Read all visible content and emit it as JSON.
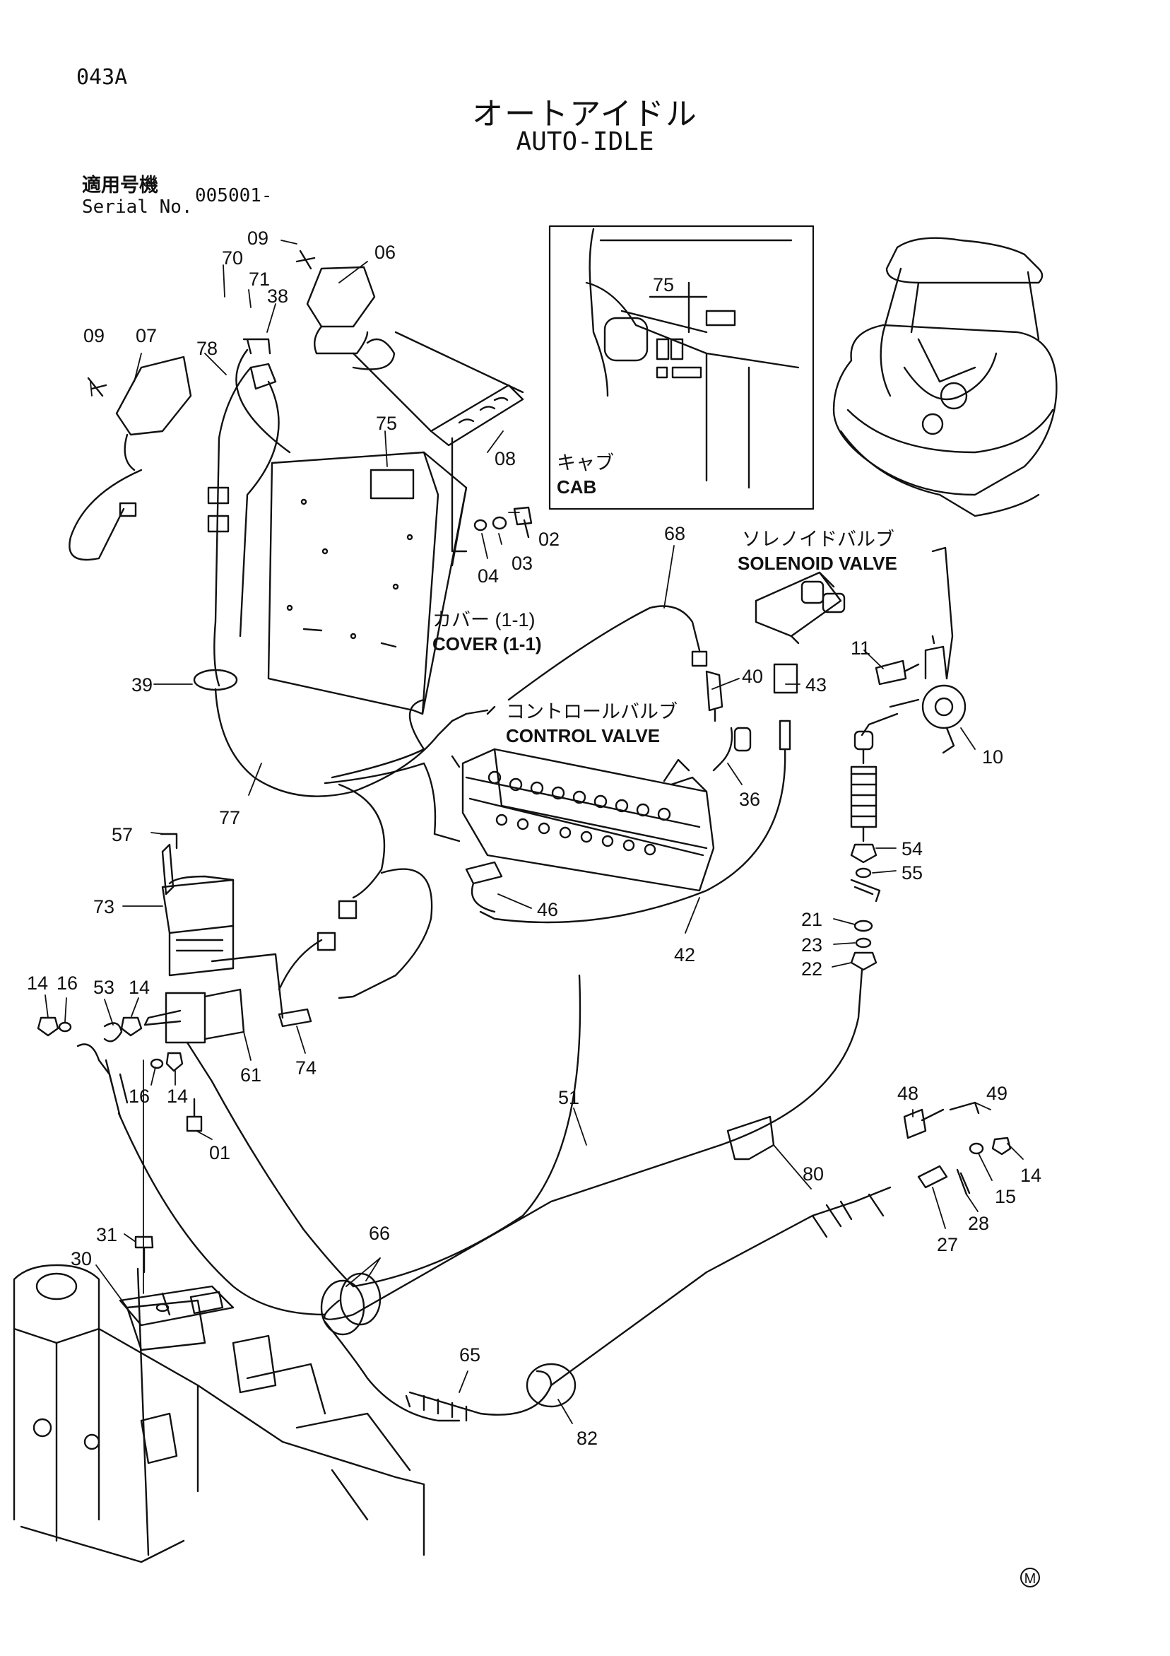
{
  "header": {
    "page_code": "043A",
    "title_jp": "オートアイドル",
    "title_en": "AUTO-IDLE",
    "serial_label_jp": "適用号機",
    "serial_label_en": "Serial No.",
    "serial_value": "005001-"
  },
  "captions": {
    "cab_jp": "キャブ",
    "cab_en": "CAB",
    "solenoid_jp": "ソレノイドバルブ",
    "solenoid_en": "SOLENOID VALVE",
    "cover_jp": "カバー (1-1)",
    "cover_en": "COVER (1-1)",
    "control_jp": "コントロールバルブ",
    "control_en": "CONTROL VALVE"
  },
  "callouts": [
    {
      "id": "c09a",
      "text": "09"
    },
    {
      "id": "c06",
      "text": "06"
    },
    {
      "id": "c70",
      "text": "70"
    },
    {
      "id": "c71",
      "text": "71"
    },
    {
      "id": "c38",
      "text": "38"
    },
    {
      "id": "c09b",
      "text": "09"
    },
    {
      "id": "c07",
      "text": "07"
    },
    {
      "id": "c78",
      "text": "78"
    },
    {
      "id": "c75a",
      "text": "75"
    },
    {
      "id": "c75b",
      "text": "75"
    },
    {
      "id": "c08",
      "text": "08"
    },
    {
      "id": "c02",
      "text": "02"
    },
    {
      "id": "c03",
      "text": "03"
    },
    {
      "id": "c04",
      "text": "04"
    },
    {
      "id": "c68",
      "text": "68"
    },
    {
      "id": "c11",
      "text": "11"
    },
    {
      "id": "c40",
      "text": "40"
    },
    {
      "id": "c43",
      "text": "43"
    },
    {
      "id": "c39",
      "text": "39"
    },
    {
      "id": "c10",
      "text": "10"
    },
    {
      "id": "c36",
      "text": "36"
    },
    {
      "id": "c77",
      "text": "77"
    },
    {
      "id": "c57",
      "text": "57"
    },
    {
      "id": "c54",
      "text": "54"
    },
    {
      "id": "c55",
      "text": "55"
    },
    {
      "id": "c73",
      "text": "73"
    },
    {
      "id": "c46",
      "text": "46"
    },
    {
      "id": "c21",
      "text": "21"
    },
    {
      "id": "c23",
      "text": "23"
    },
    {
      "id": "c42",
      "text": "42"
    },
    {
      "id": "c22",
      "text": "22"
    },
    {
      "id": "c14a",
      "text": "14"
    },
    {
      "id": "c16a",
      "text": "16"
    },
    {
      "id": "c53",
      "text": "53"
    },
    {
      "id": "c14b",
      "text": "14"
    },
    {
      "id": "c61",
      "text": "61"
    },
    {
      "id": "c74",
      "text": "74"
    },
    {
      "id": "c16b",
      "text": "16"
    },
    {
      "id": "c14c",
      "text": "14"
    },
    {
      "id": "c01",
      "text": "01"
    },
    {
      "id": "c51",
      "text": "51"
    },
    {
      "id": "c48",
      "text": "48"
    },
    {
      "id": "c49",
      "text": "49"
    },
    {
      "id": "c14d",
      "text": "14"
    },
    {
      "id": "c15",
      "text": "15"
    },
    {
      "id": "c80",
      "text": "80"
    },
    {
      "id": "c28",
      "text": "28"
    },
    {
      "id": "c27",
      "text": "27"
    },
    {
      "id": "c31",
      "text": "31"
    },
    {
      "id": "c30",
      "text": "30"
    },
    {
      "id": "c66",
      "text": "66"
    },
    {
      "id": "c65",
      "text": "65"
    },
    {
      "id": "c82",
      "text": "82"
    }
  ],
  "footer": {
    "mark": "M"
  }
}
